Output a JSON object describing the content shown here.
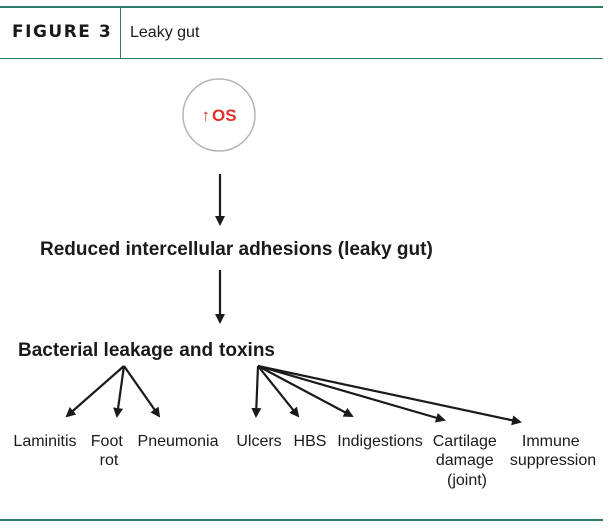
{
  "header": {
    "figure_label": "FIGURE 3",
    "title": "Leaky gut"
  },
  "diagram": {
    "top_node": {
      "arrow_symbol": "↑",
      "label": "OS"
    },
    "middle_node": "Reduced intercellular adhesions (leaky gut)",
    "bacterial_node": {
      "part1": "Bacterial leakage",
      "part2": "and",
      "part3": "toxins"
    },
    "bacterial_outcomes": [
      {
        "lines": [
          "Laminitis"
        ]
      },
      {
        "lines": [
          "Foot",
          "rot"
        ]
      },
      {
        "lines": [
          "Pneumonia"
        ]
      }
    ],
    "toxin_outcomes": [
      {
        "lines": [
          "Ulcers"
        ]
      },
      {
        "lines": [
          "HBS"
        ]
      },
      {
        "lines": [
          "Indigestions"
        ]
      },
      {
        "lines": [
          "Cartilage",
          "damage",
          "(joint)"
        ]
      },
      {
        "lines": [
          "Immune",
          "suppression"
        ]
      }
    ]
  },
  "colors": {
    "rule": "#2e7a6b",
    "os_text": "#e0302a",
    "circle_stroke": "#b5b5b5",
    "ink": "#1a1a1a"
  }
}
